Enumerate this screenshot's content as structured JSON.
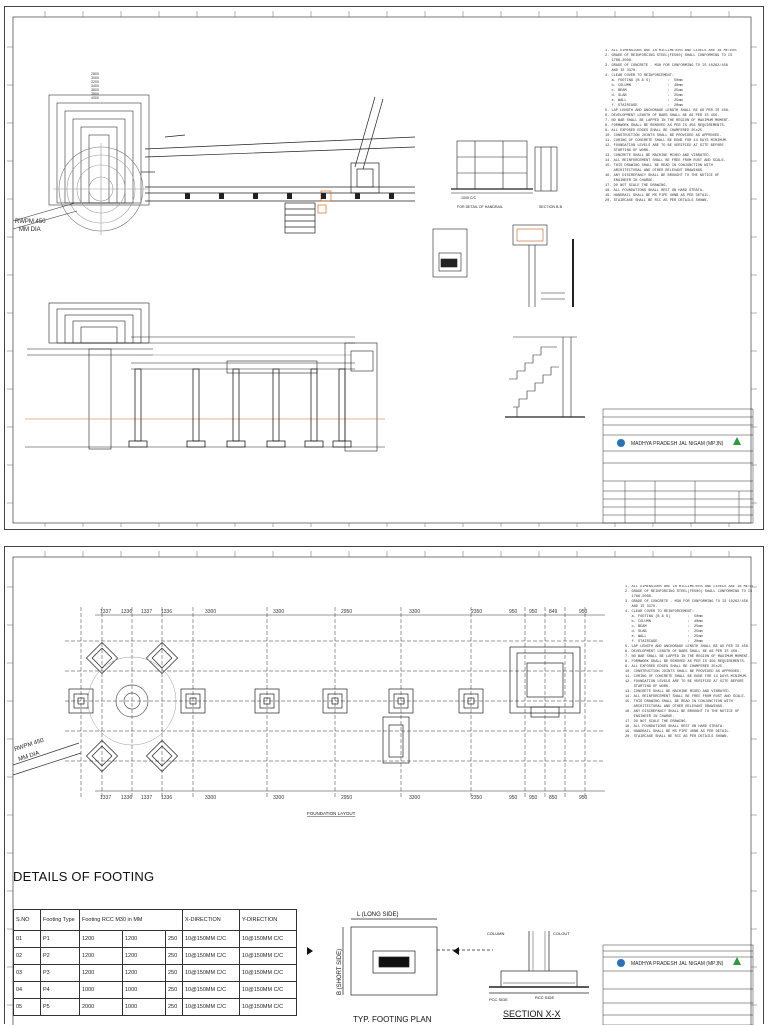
{
  "sheet1": {
    "elevation_labels": [
      "RWPM 450",
      "MM DIA"
    ],
    "dims_top": [
      "4000",
      "3800",
      "3600",
      "3400",
      "3200",
      "3000",
      "2800"
    ],
    "section_label": "1000 C/C",
    "detail_label": "FOR DETAIL OF HANDRAIL",
    "section_b": "SECTION B-B",
    "notes": [
      "1. ALL DIMENSIONS ARE IN MILLIMETERS AND LEVELS ARE IN METERS",
      "2. GRADE OF REINFORCING STEEL(FE500) SHALL CONFORMING TO IS",
      "   1786-2008.",
      "3. GRADE OF CONCRETE - M30 FOR CONFORMING TO IS 10262/456",
      "   AND IS 3370.",
      "4. CLEAR COVER TO REINFORCEMENT:",
      "   a. FOOTING (B & S)        :  50mm",
      "   b. COLUMN                 :  40mm",
      "   c. BEAM                   :  25mm",
      "   d. SLAB                   :  25mm",
      "   e. WALL                   :  25mm",
      "   f. STAIRCASE              :  20mm",
      "5. LAP LENGTH AND ANCHORAGE LENGTH SHALL BE AS PER IS 456.",
      "6. DEVELOPMENT LENGTH OF BARS SHALL BE AS PER IS 456.",
      "7. NO BAR SHALL BE LAPPED IN THE REGION OF MAXIMUM MOMENT.",
      "8. FORMWORK SHALL BE REMOVED AS PER IS 456 REQUIREMENTS.",
      "9. ALL EXPOSED EDGES SHALL BE CHAMFERED 25x25.",
      "10. CONSTRUCTION JOINTS SHALL BE PROVIDED AS APPROVED.",
      "11. CURING OF CONCRETE SHALL BE DONE FOR 14 DAYS MINIMUM.",
      "12. FOUNDATION LEVELS ARE TO BE VERIFIED AT SITE BEFORE",
      "    STARTING OF WORK.",
      "13. CONCRETE SHALL BE MACHINE MIXED AND VIBRATED.",
      "14. ALL REINFORCEMENT SHALL BE FREE FROM RUST AND SCALE.",
      "15. THIS DRAWING SHALL BE READ IN CONJUNCTION WITH",
      "    ARCHITECTURAL AND OTHER RELEVANT DRAWINGS.",
      "16. ANY DISCREPANCY SHALL BE BROUGHT TO THE NOTICE OF",
      "    ENGINEER IN CHARGE.",
      "17. DO NOT SCALE THE DRAWING.",
      "18. ALL FOUNDATIONS SHALL REST ON HARD STRATA.",
      "19. HANDRAIL SHALL BE MS PIPE 40NB AS PER DETAIL.",
      "20. STAIRCASE SHALL BE RCC AS PER DETAILS SHOWN."
    ]
  },
  "titleblock": {
    "client": "MADHYA PRADESH JAL NIGAM (MPJN)"
  },
  "sheet2": {
    "plan_label": "RWPM 450",
    "plan_label2": "MM DIA",
    "dims_top": [
      "1337",
      "1336",
      "1337",
      "1336",
      "3300",
      "3300",
      "2950",
      "3300",
      "2350",
      "950",
      "950",
      "849",
      "950"
    ],
    "dims_bottom": [
      "1337",
      "1336",
      "1337",
      "1336",
      "3300",
      "3300",
      "2950",
      "3300",
      "2350",
      "950",
      "950",
      "850",
      "950"
    ],
    "layout_caption": "FOUNDATION LAYOUT",
    "footing_title": "DETAILS OF FOOTING",
    "footing_headers": [
      "S.NO",
      "Footing Type",
      "Footing RCC M30 in MM",
      "",
      "",
      "X-DIRECTION",
      "Y-DIRECTION"
    ],
    "footing_rows": [
      [
        "01",
        "P1",
        "1200",
        "1200",
        "250",
        "10@150MM C/C",
        "10@150MM C/C"
      ],
      [
        "02",
        "P2",
        "1200",
        "1200",
        "250",
        "10@150MM C/C",
        "10@150MM C/C"
      ],
      [
        "03",
        "P3",
        "1200",
        "1200",
        "250",
        "10@150MM C/C",
        "10@150MM C/C"
      ],
      [
        "04",
        "P4",
        "1000",
        "1000",
        "250",
        "10@150MM C/C",
        "10@150MM C/C"
      ],
      [
        "05",
        "P5",
        "2000",
        "1000",
        "250",
        "10@150MM C/C",
        "10@150MM C/C"
      ]
    ],
    "plan_long": "L (LONG  SIDE)",
    "plan_short": "B (SHORT SIDE)",
    "typ_plan": "TYP. FOOTING PLAN",
    "section_xx": "SECTION X-X",
    "section_labels": [
      "COLUMN",
      "COLOUT",
      "PCC SIDE",
      "RCC SIDE"
    ]
  }
}
